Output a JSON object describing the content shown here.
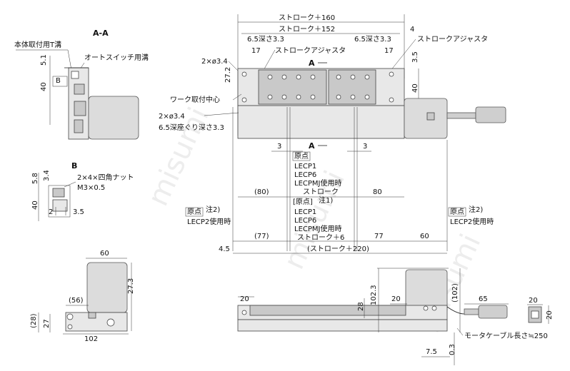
{
  "watermark": "misumi",
  "section_aa": {
    "title": "A-A",
    "label_body_mount_slot": "本体取付用T溝",
    "label_auto_switch_slot": "オートスイッチ用溝",
    "label_b": "B",
    "dim_5_1": "5.1",
    "dim_40": "40"
  },
  "detail_b": {
    "title": "B",
    "label_nut": "2×4×四角ナット",
    "label_thread": "M3×0.5",
    "dim_5_8": "5.8",
    "dim_3_4": "3.4",
    "dim_40": "40",
    "dim_2": "2",
    "dim_3_5": "3.5"
  },
  "top_view": {
    "dim_stroke_160": "ストローク＋160",
    "dim_stroke_152": "ストローク＋152",
    "dim_4": "4",
    "label_depth_left": "6.5深さ3.3",
    "label_depth_right": "6.5深さ3.3",
    "label_adjuster_right": "ストロークアジャスタ",
    "label_adjuster_left": "ストロークアジャスタ",
    "dim_17_left": "17",
    "dim_17_right": "17",
    "dim_3_5": "3.5",
    "label_holes": "2×ø3.4",
    "label_a_top": "A",
    "dim_27_2": "27.2",
    "dim_40": "40",
    "label_work_center": "ワーク取付中心",
    "label_holes_bottom": "2×ø3.4",
    "label_counterbore": "6.5深座ぐり深さ3.3",
    "label_a_bottom": "A",
    "dim_3_left": "3",
    "dim_3_right": "3",
    "origin_label": "原点",
    "origin_lines": [
      "LECP1",
      "LECP6",
      "LECPMJ使用時"
    ],
    "dim_80_paren": "(80)",
    "dim_stroke": "ストローク",
    "dim_80": "80",
    "origin_note_label": "[原点]",
    "origin_note_sup": "注1)",
    "origin_note_lines": [
      "LECP1",
      "LECP6",
      "LECPMJ使用時"
    ],
    "lecp2_left_label": "原点",
    "lecp2_left_sup": "注2)",
    "lecp2_left_text": "LECP2使用時",
    "lecp2_right_label": "原点",
    "lecp2_right_sup": "注2)",
    "lecp2_right_text": "LECP2使用時",
    "dim_77_paren": "(77)",
    "dim_stroke_6": "ストローク＋6",
    "dim_77": "77",
    "dim_60": "60",
    "dim_4_5": "4.5",
    "dim_stroke_220": "(ストローク＋220)"
  },
  "end_view": {
    "dim_60": "60",
    "dim_56": "(56)",
    "dim_27_3": "27.3",
    "dim_28": "(28)",
    "dim_27": "27",
    "dim_102": "102"
  },
  "side_view": {
    "dim_20_left": "20",
    "dim_28": "28",
    "dim_102_3": "102.3",
    "dim_20_mid": "20",
    "dim_102_paren": "(102)",
    "dim_65": "65",
    "dim_20_conn": "20",
    "dim_20_conn_w": "20",
    "label_cable": "モータケーブル長さ≒250",
    "dim_7_5": "7.5",
    "dim_0_3": "0.3"
  }
}
